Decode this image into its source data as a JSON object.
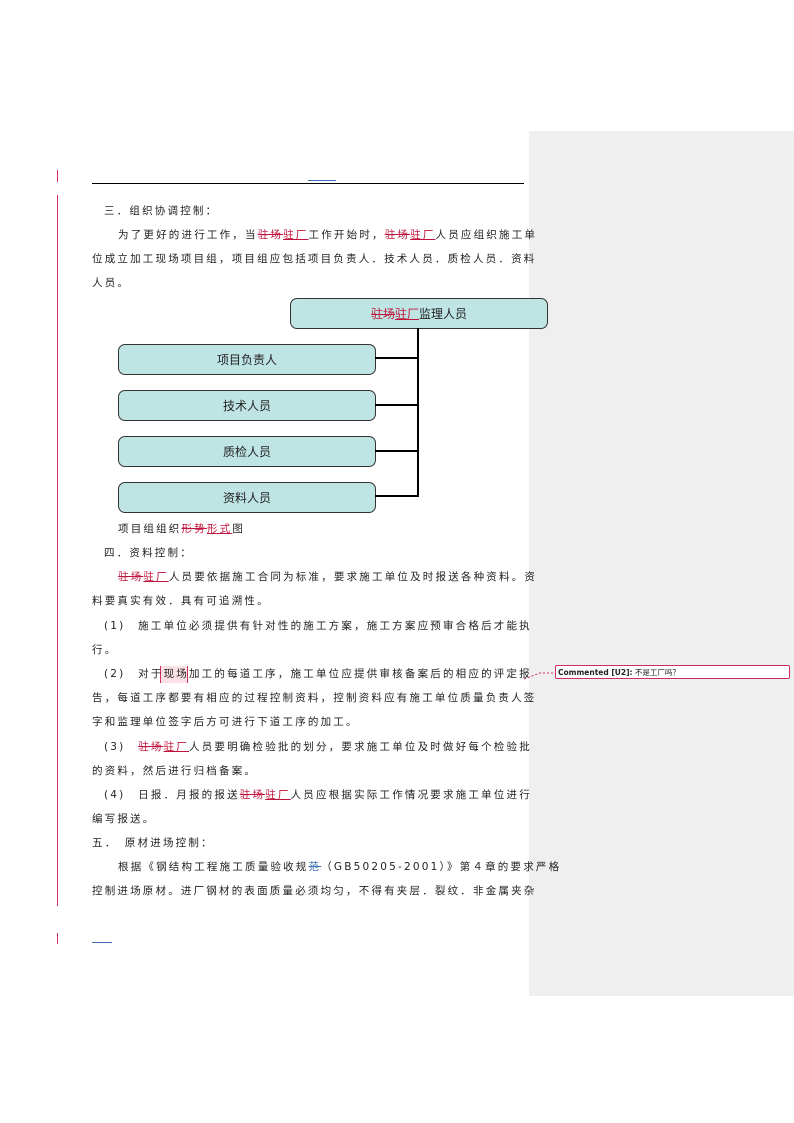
{
  "header_text": "",
  "paragraphs": {
    "l1": "三．组织协调控制：",
    "l2_pre": "为了更好的进行工作，当",
    "l2_del": "驻场",
    "l2_ins": "驻厂",
    "l2_mid": "工作开始时，",
    "l2_del2": "驻场",
    "l2_ins2": "驻厂",
    "l2_post": "人员应组织施工单",
    "l3": "位成立加工现场项目组，项目组应包括项目负责人．技术人员．质检人员．资料",
    "l4": "人员。",
    "caption_pre": "项目组组织",
    "caption_del": "形势",
    "caption_ins": "形式",
    "caption_post": "图",
    "l5": "四．资料控制：",
    "l6_del": "驻场",
    "l6_ins": "驻厂",
    "l6_post": "人员要依据施工合同为标准，要求施工单位及时报送各种资料。资",
    "l7": "料要真实有效．具有可追溯性。",
    "l8": "(1)　施工单位必须提供有针对性的施工方案，施工方案应预审合格后才能执",
    "l9": "行。",
    "l10_pre": "(2)　对于",
    "l10_mark": "现场",
    "l10_post": "加工的每道工序，施工单位应提供审核备案后的相应的评定报",
    "l11": "告，每道工序都要有相应的过程控制资料，控制资料应有施工单位质量负责人签",
    "l12": "字和监理单位签字后方可进行下道工序的加工。",
    "l13_pre": "(3)　",
    "l13_del": "驻场",
    "l13_ins": "驻厂",
    "l13_post": "人员要明确检验批的划分，要求施工单位及时做好每个检验批",
    "l14": "的资料，然后进行归档备案。",
    "l15_pre": "(4)　日报．月报的报送",
    "l15_del": "驻场",
    "l15_ins": "驻厂",
    "l15_post": "人员应根据实际工作情况要求施工单位进行",
    "l16": "编写报送。",
    "l17": "五．　原材进场控制：",
    "l18_pre": "根据《钢结构工程施工质量验收规",
    "l18_del": "范",
    "l18_post": "（GB50205-2001）》第４章的要求严格",
    "l19": "控制进场原材。进厂钢材的表面质量必须均匀，不得有夹层．裂纹．非金属夹杂"
  },
  "org_chart": {
    "top_del": "驻场",
    "top_ins": "驻厂",
    "top_post": "监理人员",
    "children": [
      "项目负责人",
      "技术人员",
      "质检人员",
      "资料人员"
    ]
  },
  "comment": {
    "author": "Commented [U2]:",
    "text": "不是工厂吗？"
  },
  "colors": {
    "revision": "#c0143c",
    "box_fill": "#bfe4e4",
    "margin_panel": "#efefef"
  }
}
